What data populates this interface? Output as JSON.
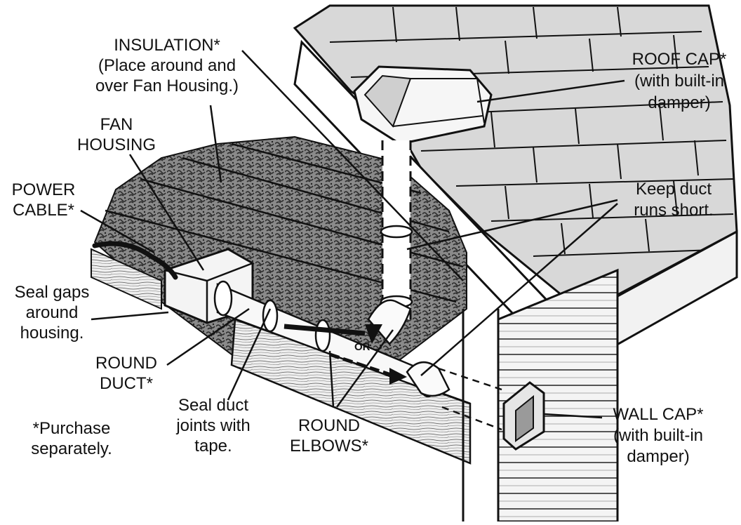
{
  "labels": {
    "insulation": [
      "INSULATION*",
      "(Place around and",
      "over Fan Housing.)"
    ],
    "fan_housing": [
      "FAN",
      "HOUSING"
    ],
    "power_cable": [
      "POWER",
      "CABLE*"
    ],
    "seal_gaps": [
      "Seal gaps",
      "around",
      "housing."
    ],
    "round_duct": [
      "ROUND",
      "DUCT*"
    ],
    "purchase_note": [
      "*Purchase",
      "separately."
    ],
    "seal_joints": [
      "Seal duct",
      "joints with",
      "tape."
    ],
    "round_elbows": [
      "ROUND",
      "ELBOWS*"
    ],
    "wall_cap": [
      "WALL CAP*",
      "(with built-in",
      "damper)"
    ],
    "roof_cap": [
      "ROOF CAP*",
      "(with built-in",
      "damper)"
    ],
    "keep_short": [
      "Keep duct",
      "runs short."
    ],
    "or_text": "OR"
  },
  "colors": {
    "ink": "#111111",
    "shingle": "#d9d9d9",
    "insulation": "#5a5a5a",
    "wood": "#ececec"
  }
}
